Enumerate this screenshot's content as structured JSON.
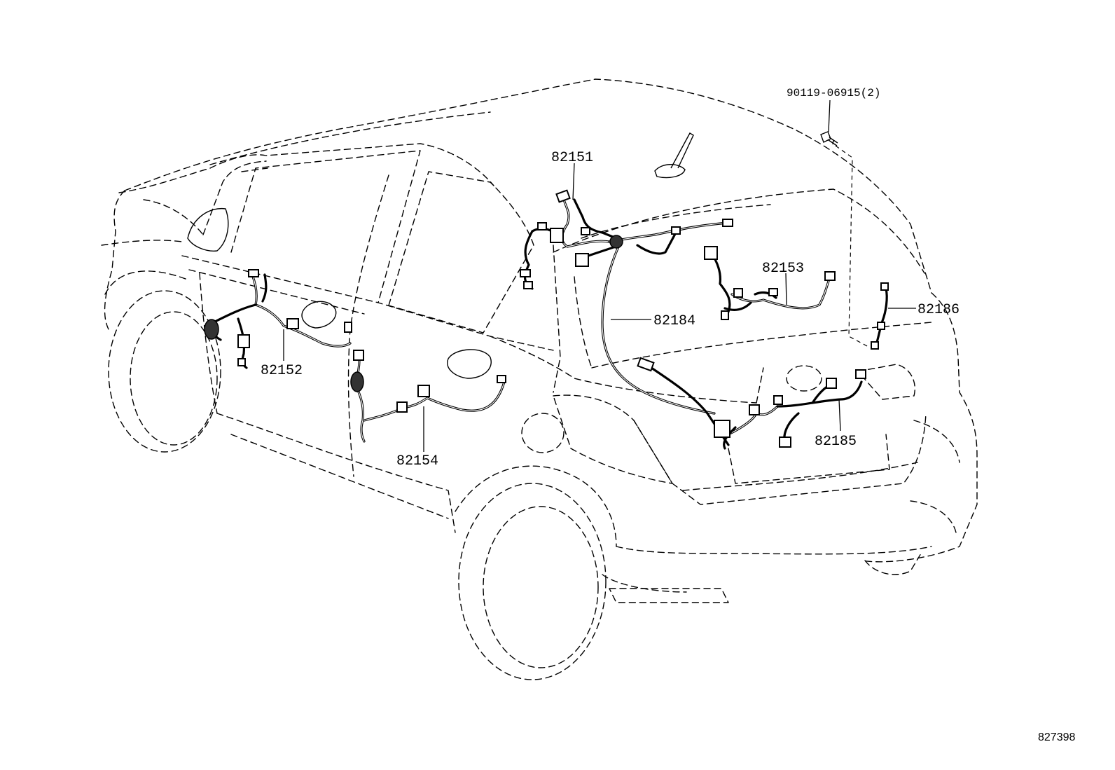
{
  "parts": {
    "p82151": "82151",
    "p82152": "82152",
    "p82153": "82153",
    "p82154": "82154",
    "p82184": "82184",
    "p82185": "82185",
    "p82186": "82186",
    "bolt": "90119-06915(2)"
  },
  "figure_number": "827398"
}
